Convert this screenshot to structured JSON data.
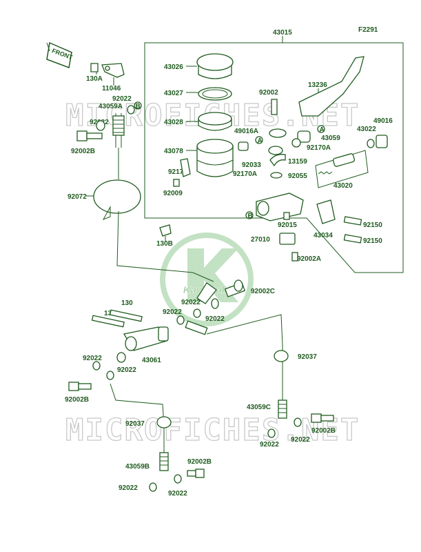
{
  "figure_code": "F2291",
  "front_label": "FRONT",
  "watermark": "MICROFICHES.NET",
  "logo_text": "Kawasaki",
  "colors": {
    "line": "#1e5a1e",
    "watermark": "#c9c9c9",
    "logo": "#b9dcb9"
  },
  "labels": {
    "p43015": "43015",
    "p43026": "43026",
    "p43027": "43027",
    "p43028": "43028",
    "p43078": "43078",
    "p92170": "92170",
    "p92009": "92009",
    "p92002_top": "92002",
    "p13236": "13236",
    "p49016A": "49016A",
    "p49016": "49016",
    "p43022": "43022",
    "p43059": "43059",
    "p92170A_r": "92170A",
    "p92033": "92033",
    "p92170A_l": "92170A",
    "p13159": "13159",
    "p92055": "92055",
    "p43020": "43020",
    "p92015": "92015",
    "p92150_a": "92150",
    "p92150_b": "92150",
    "p43034": "43034",
    "p27010": "27010",
    "p92002A": "92002A",
    "p92002C": "92002C",
    "p130A": "130A",
    "p11046": "11046",
    "p92022_tl": "92022",
    "p43059A": "43059A",
    "p92022_tl2": "92022",
    "p92002B_tl": "92002B",
    "p92072": "92072",
    "p130B": "130B",
    "p130_a": "130",
    "p130_b": "130",
    "p92022_m1": "92022",
    "p92022_m2": "92022",
    "p92022_m3": "92022",
    "p43061": "43061",
    "p92022_l1": "92022",
    "p92022_l2": "92022",
    "p92002B_l": "92002B",
    "p92037_r": "92037",
    "p92037_l": "92037",
    "p43059C": "43059C",
    "p92002B_r": "92002B",
    "p92022_r1": "92022",
    "p92022_r2": "92022",
    "p43059B": "43059B",
    "p92002B_b": "92002B",
    "p92022_b1": "92022",
    "p92022_b2": "92022"
  },
  "markers": {
    "A": "A",
    "B": "B"
  }
}
